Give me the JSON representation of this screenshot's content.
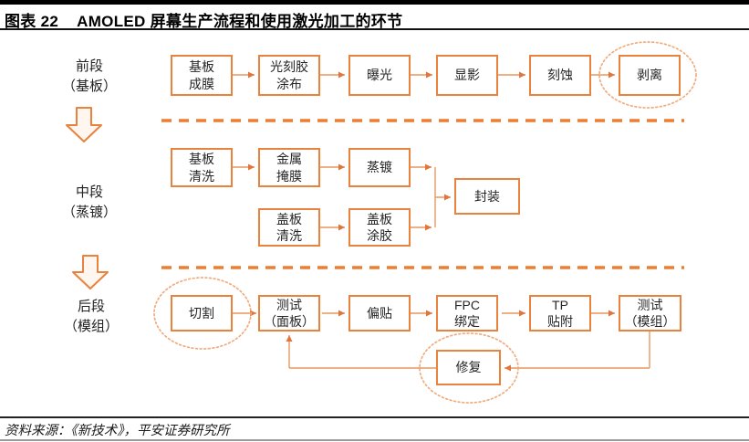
{
  "header": {
    "figure_label": "图表 22",
    "title": "AMOLED 屏幕生产流程和使用激光加工的环节"
  },
  "footer": {
    "source": "资料来源：《新技术》，平安证券研究所"
  },
  "stages": [
    {
      "id": "front",
      "label": "前段\n（基板）"
    },
    {
      "id": "middle",
      "label": "中段\n（蒸镀）"
    },
    {
      "id": "back",
      "label": "后段\n（模组）"
    }
  ],
  "nodes": {
    "substrate_film": "基板\n成膜",
    "photoresist_coating": "光刻胶\n涂布",
    "exposure": "曝光",
    "develop": "显影",
    "etch": "刻蚀",
    "strip": "剥离",
    "substrate_clean": "基板\n清洗",
    "metal_mask": "金属\n掩膜",
    "evaporation": "蒸镀",
    "cover_clean": "盖板\n清洗",
    "cover_glue": "盖板\n涂胶",
    "encapsulation": "封装",
    "cutting": "切割",
    "test_panel": "测试\n（面板）",
    "lamination": "偏贴",
    "fpc_bonding": "FPC\n绑定",
    "tp_attach": "TP\n贴附",
    "test_module": "测试\n（模组）",
    "repair": "修复"
  },
  "laser_marked_steps": [
    "剥离",
    "切割",
    "修复"
  ],
  "colors": {
    "box_border": "#E8823C",
    "connector": "#E9975F",
    "divider_dash": "#ED7D31",
    "laser_ellipse": "#F0AC7E",
    "text": "#262626"
  }
}
